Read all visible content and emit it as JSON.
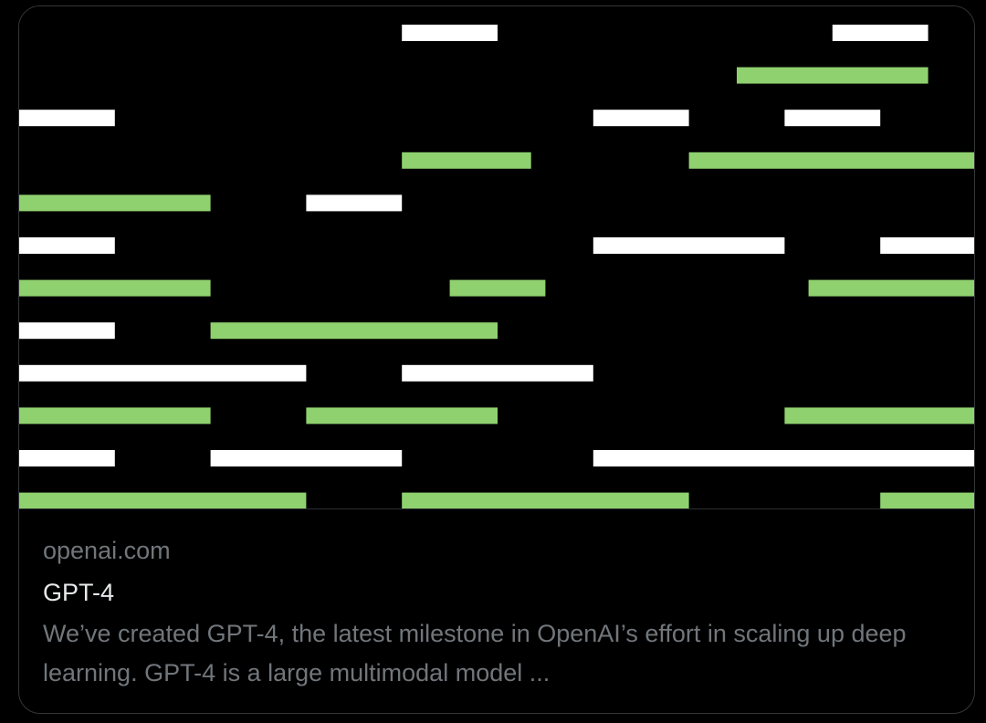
{
  "card": {
    "domain": "openai.com",
    "title": "GPT-4",
    "description": "We’ve created GPT-4, the latest milestone in OpenAI’s effort in scaling up deep learning. GPT-4 is a large multimodal model ..."
  },
  "colors": {
    "background": "#000000",
    "border": "#333639",
    "bar_white": "#ffffff",
    "bar_green": "#8fd16f",
    "muted_text": "#71767b",
    "title_text": "#e7e9ea"
  },
  "hero_image": {
    "name": "openai-gpt4-bars-graphic",
    "rows": [
      {
        "color": "white",
        "spans": [
          [
            8,
            10
          ],
          [
            17,
            19
          ]
        ]
      },
      {
        "color": "green",
        "spans": [
          [
            15,
            19
          ]
        ]
      },
      {
        "color": "white",
        "spans": [
          [
            0,
            2
          ],
          [
            12,
            14
          ],
          [
            16,
            18
          ]
        ]
      },
      {
        "color": "green",
        "spans": [
          [
            8,
            10.7
          ],
          [
            14,
            20
          ]
        ]
      },
      {
        "color": "green",
        "spans": [
          [
            0,
            4
          ]
        ]
      },
      {
        "color": "white",
        "spans": [
          [
            6,
            8
          ]
        ]
      },
      {
        "color": "white",
        "spans": [
          [
            0,
            2
          ],
          [
            12,
            16
          ],
          [
            18,
            20
          ]
        ]
      },
      {
        "color": "green",
        "spans": [
          [
            0,
            4
          ],
          [
            9,
            11
          ],
          [
            16.5,
            20
          ]
        ]
      },
      {
        "color": "white",
        "spans": [
          [
            0,
            2
          ]
        ]
      },
      {
        "color": "green",
        "spans": [
          [
            4,
            10
          ]
        ]
      },
      {
        "color": "white",
        "spans": [
          [
            0,
            6
          ],
          [
            8,
            12
          ]
        ]
      },
      {
        "color": "green",
        "spans": [
          [
            0,
            4
          ],
          [
            6,
            10
          ],
          [
            16,
            20
          ]
        ]
      },
      {
        "color": "white",
        "spans": [
          [
            0,
            2
          ],
          [
            4,
            8
          ],
          [
            12,
            20
          ]
        ]
      },
      {
        "color": "green",
        "spans": [
          [
            0,
            6
          ],
          [
            8,
            14
          ],
          [
            18,
            20
          ]
        ]
      }
    ]
  }
}
